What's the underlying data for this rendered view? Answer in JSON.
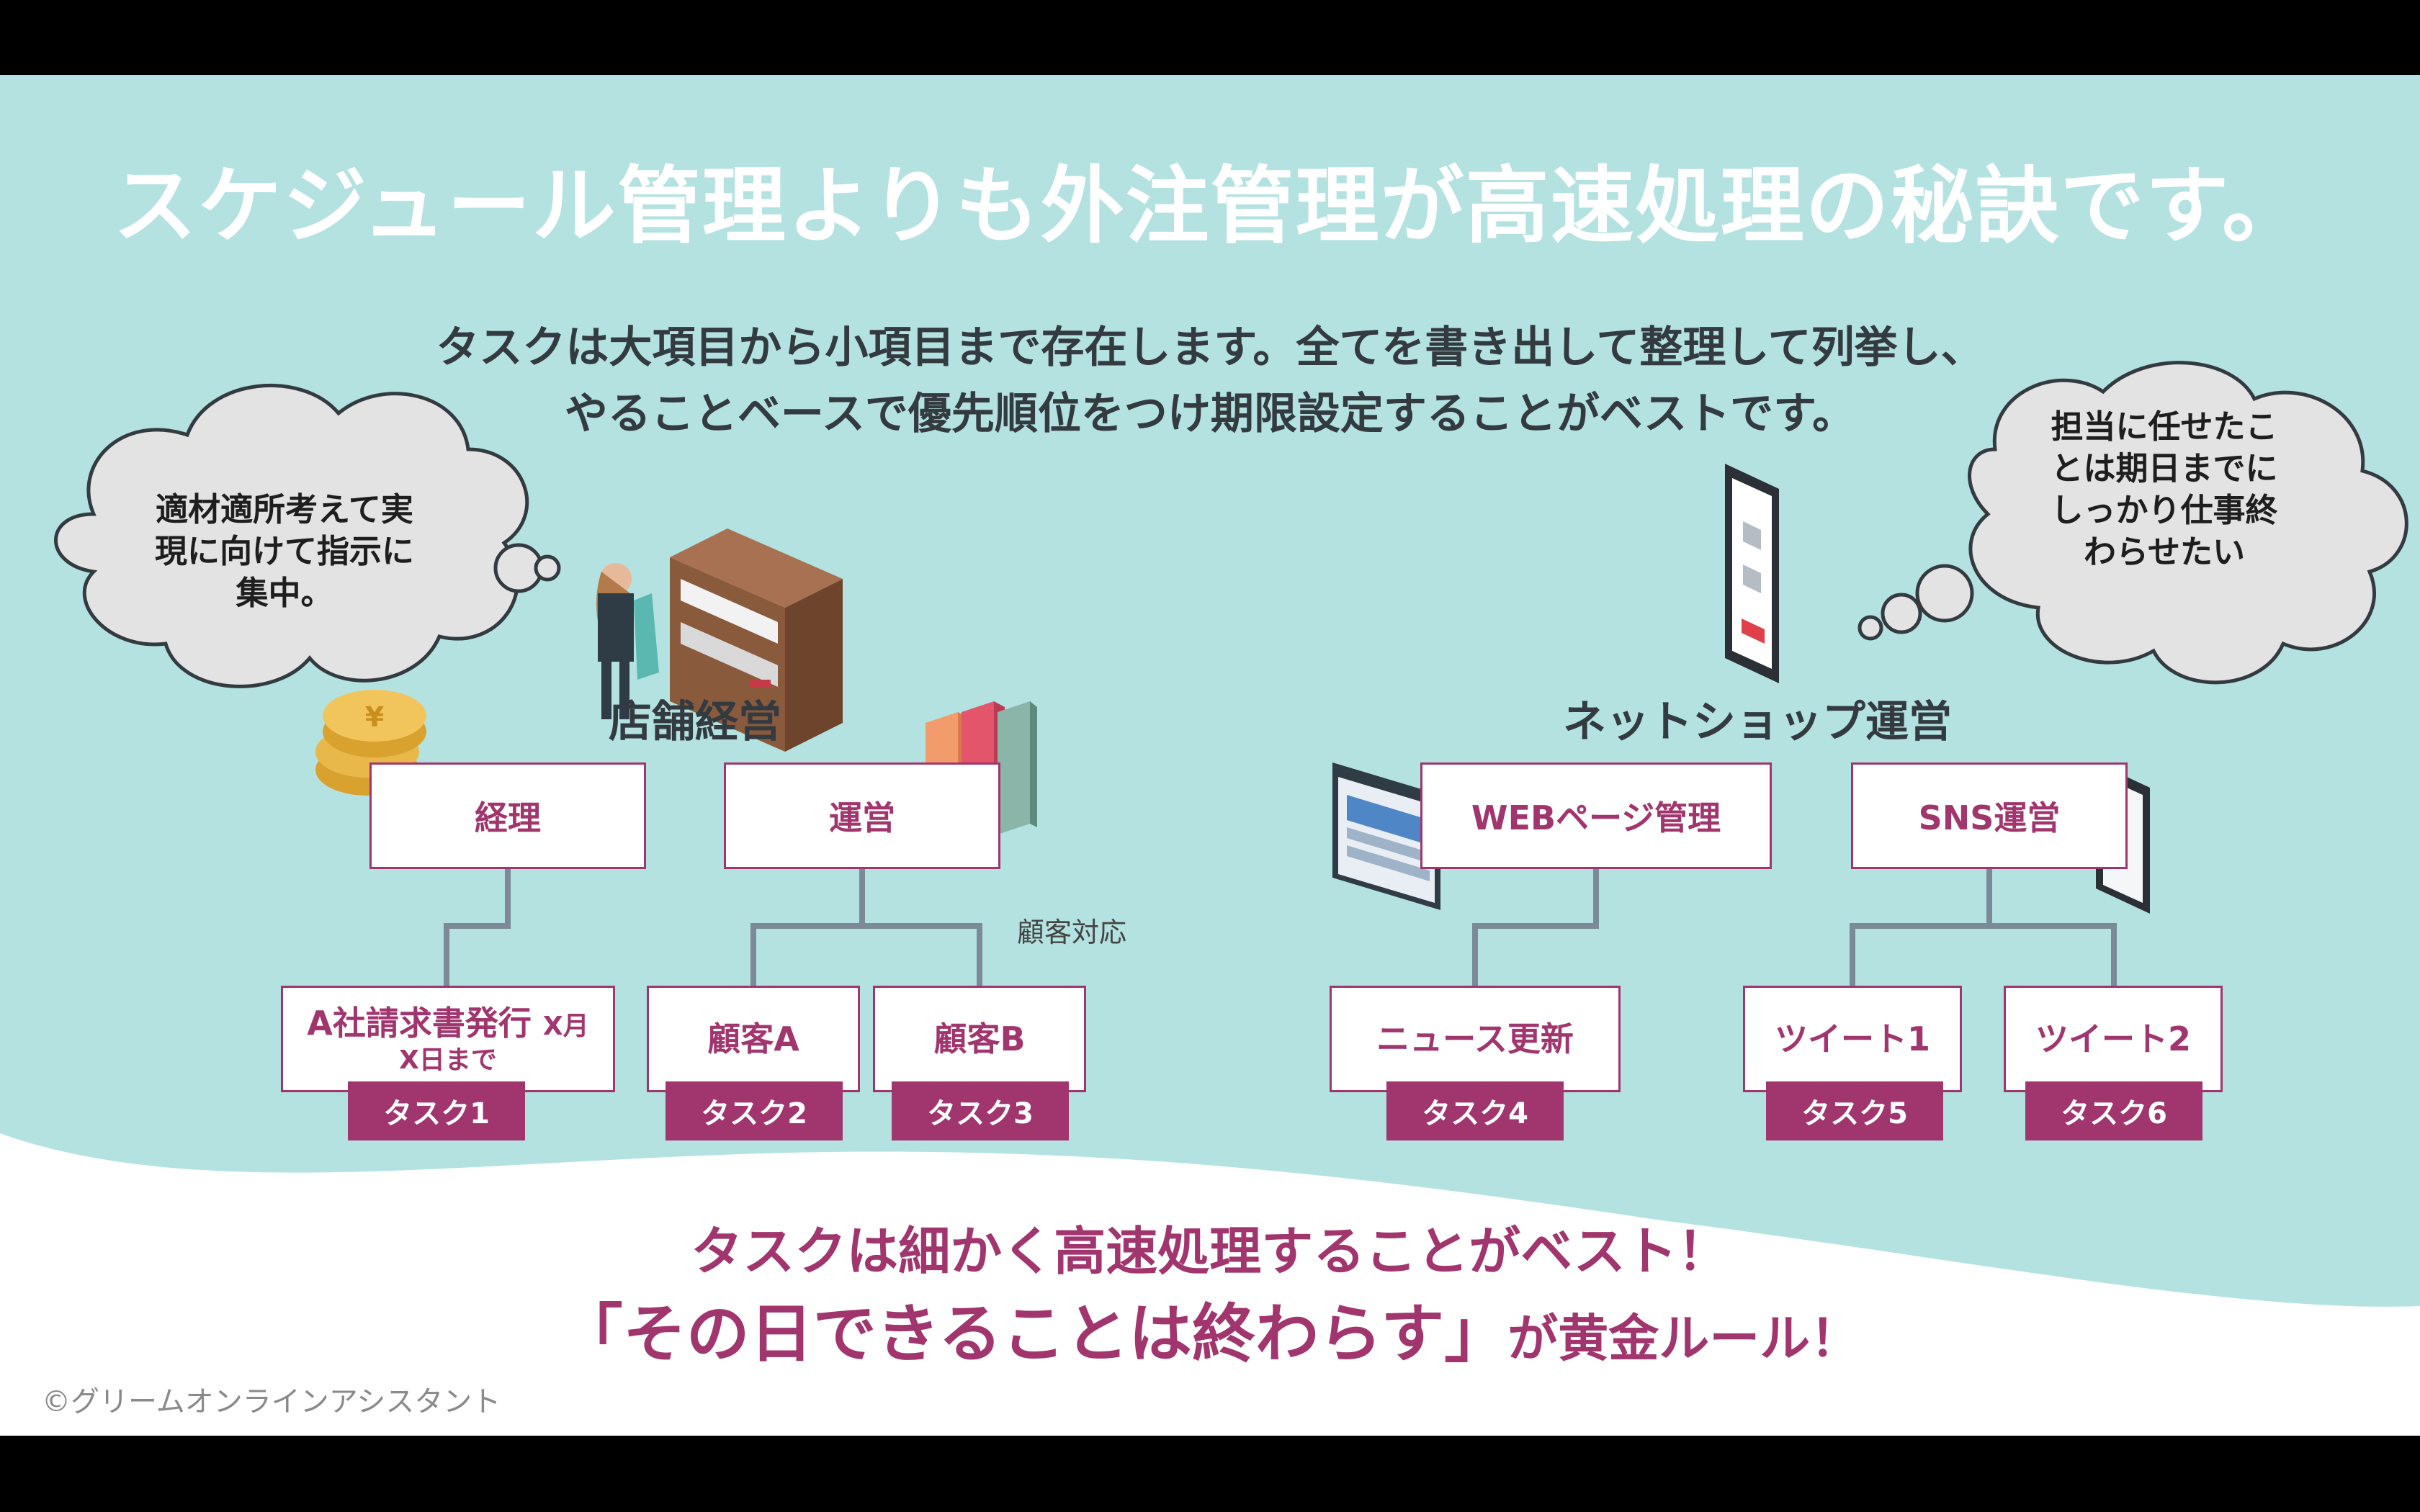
{
  "title": "スケジュール管理よりも外注管理が高速処理の秘訣です。",
  "subtitle_lines": [
    "タスクは大項目から小項目まで存在します。全てを書き出して整理して列挙し、",
    "やることベースで優先順位をつけ期限設定することがベストです。"
  ],
  "bubbles": {
    "left": [
      "適材適所考えて実",
      "現に向けて指示に",
      "集中。"
    ],
    "right": [
      "担当に任せたこ",
      "とは期日までに",
      "しっかり仕事終",
      "わらせたい"
    ]
  },
  "groups": {
    "store": {
      "label": "店舗経営",
      "categories": [
        {
          "label": "経理"
        },
        {
          "label": "運営",
          "note": "顧客対応"
        }
      ]
    },
    "online": {
      "label": "ネットショップ運営",
      "categories": [
        {
          "label": "WEBページ管理"
        },
        {
          "label": "SNS運営"
        }
      ]
    }
  },
  "tasks": [
    {
      "lines": [
        "A社請求書発行",
        "X月",
        "X日まで"
      ],
      "tag": "タスク1"
    },
    {
      "lines": [
        "顧客A"
      ],
      "tag": "タスク2"
    },
    {
      "lines": [
        "顧客B"
      ],
      "tag": "タスク3"
    },
    {
      "lines": [
        "ニュース更新"
      ],
      "tag": "タスク4"
    },
    {
      "lines": [
        "ツイート1"
      ],
      "tag": "タスク5"
    },
    {
      "lines": [
        "ツイート2"
      ],
      "tag": "タスク6"
    }
  ],
  "footer": {
    "line1": "タスクは細かく高速処理することがベスト！",
    "line2_main": "「その日できることは終わらす」",
    "line2_tail": "が黄金ルール！"
  },
  "credit": "©グリームオンラインアシスタント",
  "colors": {
    "teal": "#b3e2e1",
    "accent": "#a1356e",
    "connector": "#7b8a96",
    "cloud": "#e3e3e3"
  },
  "icons": [
    "coins-icon",
    "bar-chart-icon",
    "shopping-woman-closet-icon",
    "smartphone-shop-icon",
    "browser-window-icon",
    "smartphone-icon"
  ]
}
